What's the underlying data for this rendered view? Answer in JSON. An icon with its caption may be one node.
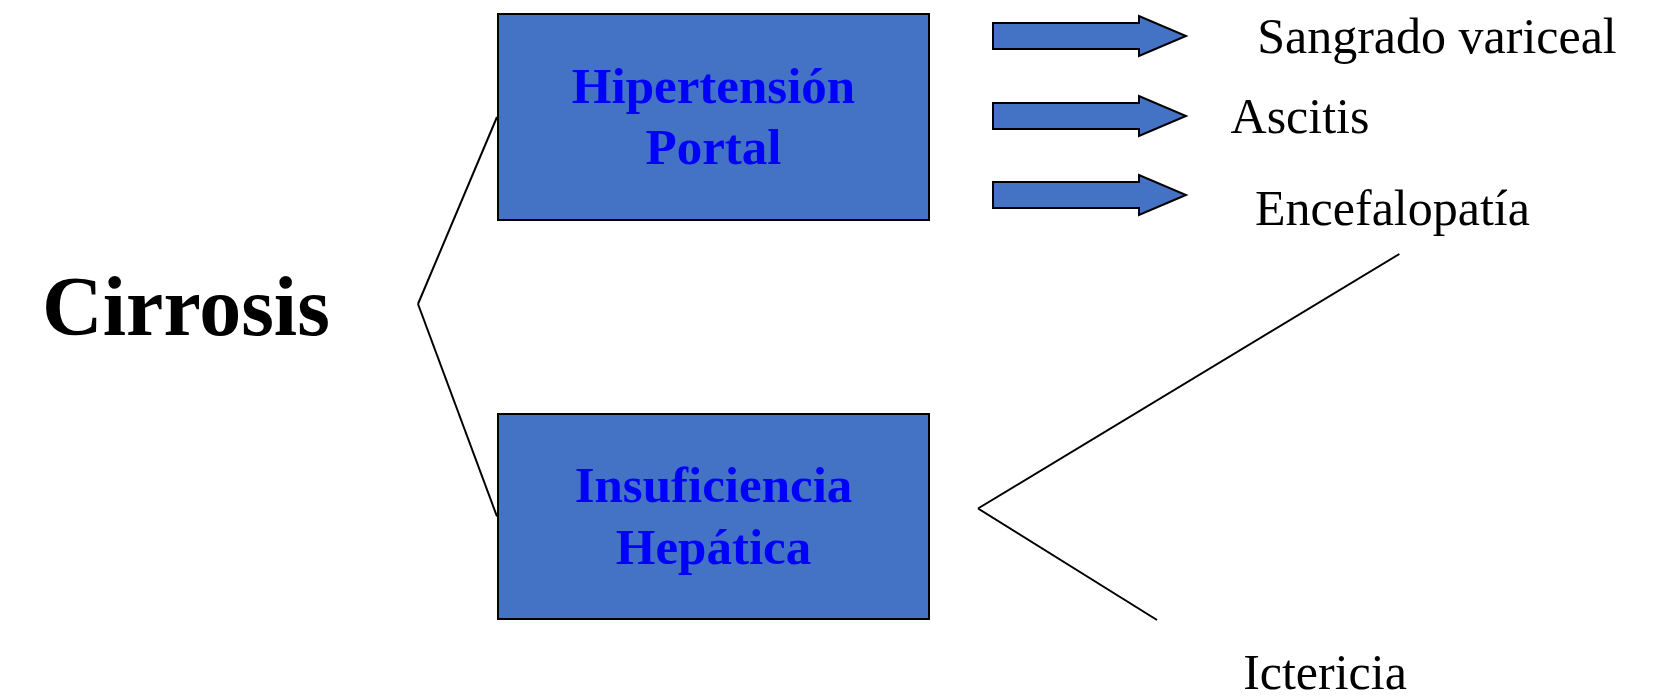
{
  "diagram": {
    "nodes": [
      {
        "text": [
          "Cirrosis"
        ]
      },
      {
        "text": [
          "Hipertensión Portal"
        ]
      },
      {
        "text": [
          "Insuficiencia Hepática"
        ]
      },
      {
        "text": [
          "Sangrado variceal"
        ]
      },
      {
        "text": [
          "Ascitis"
        ]
      },
      {
        "text": [
          "Encefalopatía"
        ]
      },
      {
        "text": [
          "Ictericia"
        ]
      }
    ],
    "edges": [
      {
        "from": 0,
        "to": 1,
        "arrow": "none"
      },
      {
        "from": 0,
        "to": 2,
        "arrow": "none"
      },
      {
        "from": 1,
        "to": 3,
        "arrow": "to",
        "style": "thick"
      },
      {
        "from": 1,
        "to": 4,
        "arrow": "to",
        "style": "thick"
      },
      {
        "from": 1,
        "to": 5,
        "arrow": "to",
        "style": "thick"
      },
      {
        "from": 2,
        "to": 5,
        "arrow": "none"
      },
      {
        "from": 2,
        "to": 6,
        "arrow": "none"
      }
    ]
  }
}
